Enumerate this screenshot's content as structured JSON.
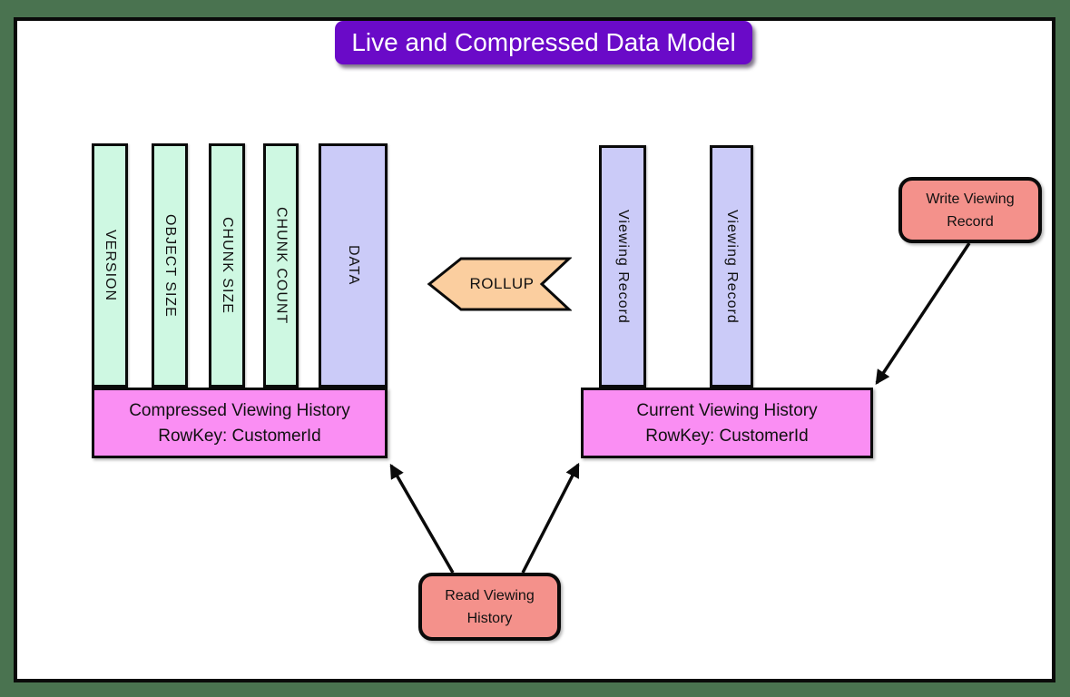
{
  "title": "Live and Compressed Data Model",
  "compressed_table": {
    "columns": [
      "VERSION",
      "OBJECT SIZE",
      "CHUNK SIZE",
      "CHUNK COUNT",
      "DATA"
    ],
    "label_line1": "Compressed Viewing History",
    "label_line2": "RowKey: CustomerId"
  },
  "current_table": {
    "columns": [
      "Viewing Record",
      "Viewing Record"
    ],
    "label_line1": "Current Viewing History",
    "label_line2": "RowKey: CustomerId"
  },
  "rollup_label": "ROLLUP",
  "actions": {
    "write_label": "Write Viewing Record",
    "read_label": "Read Viewing History"
  },
  "colors": {
    "background": "#4a7350",
    "canvas": "#ffffff",
    "title_banner": "#6a0ac8",
    "mint_column": "#cef8e2",
    "lavender_column": "#cbcbf8",
    "row_box_pink": "#fa8ef3",
    "rollup_peach": "#fbce9f",
    "action_salmon": "#f4918b",
    "stroke": "#0a0a0a"
  }
}
